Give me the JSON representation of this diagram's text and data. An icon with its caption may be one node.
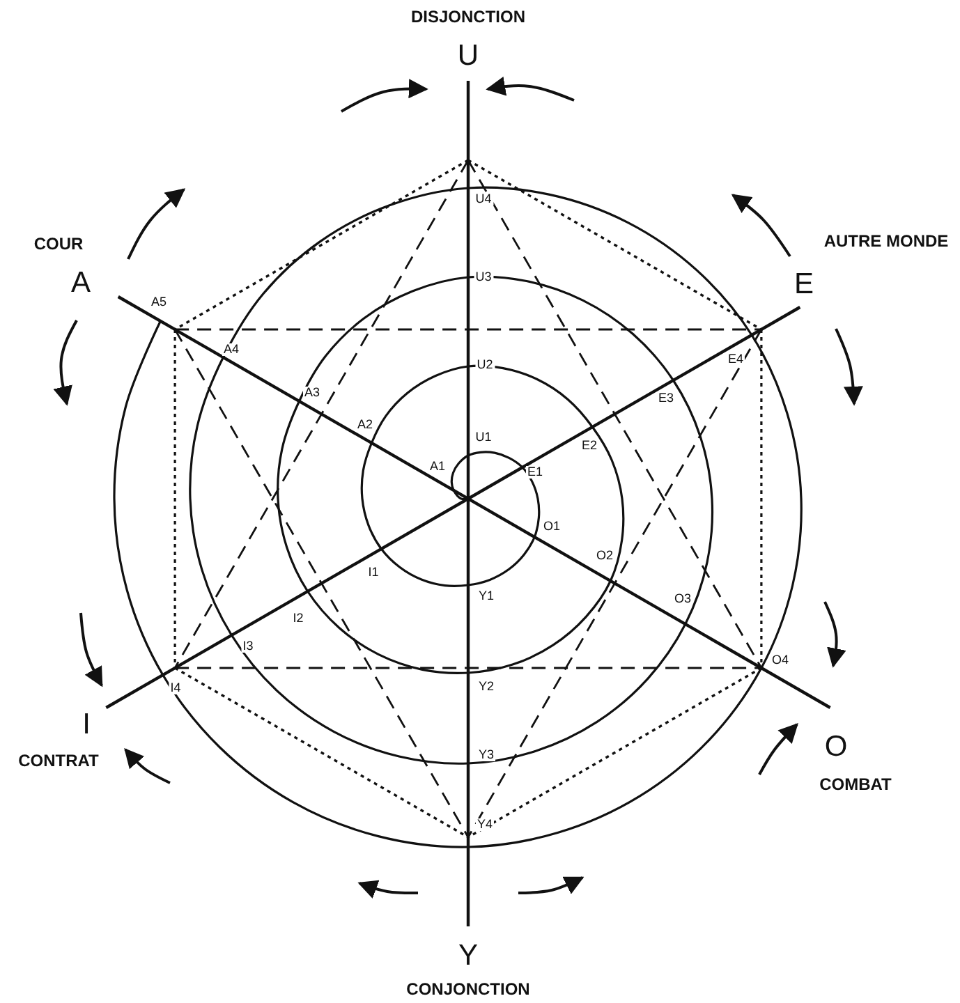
{
  "diagram": {
    "labels": [
      "DISJONCTION",
      "U",
      "COUR",
      "A",
      "AUTRE MONDE",
      "E",
      "U4",
      "U3",
      "U2",
      "U1",
      "A5",
      "A4",
      "A3",
      "A2",
      "A1",
      "E4",
      "E3",
      "E2",
      "E1",
      "O1",
      "O2",
      "O3",
      "O4",
      "Y1",
      "Y2",
      "Y3",
      "Y4",
      "I1",
      "I2",
      "I3",
      "I4",
      "I",
      "CONTRAT",
      "O",
      "COMBAT",
      "Y",
      "CONJONCTION"
    ]
  }
}
